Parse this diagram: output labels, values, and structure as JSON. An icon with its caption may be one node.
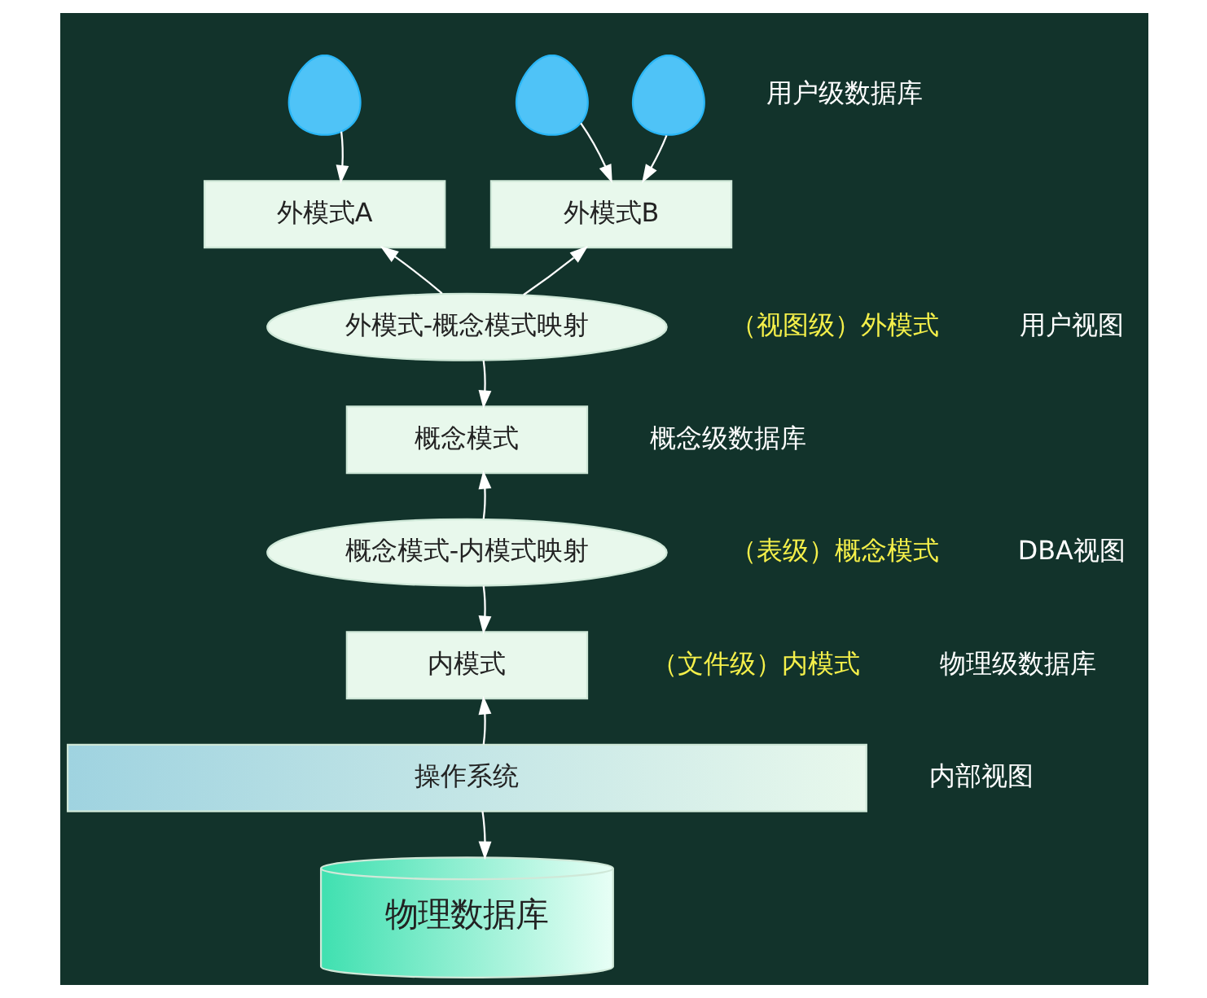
{
  "diagram": {
    "nodes": [
      {
        "text": [],
        "shape": "person"
      },
      {
        "text": [],
        "shape": "person"
      },
      {
        "text": [],
        "shape": "person"
      },
      {
        "text": [
          "外模式A"
        ]
      },
      {
        "text": [
          "外模式B"
        ]
      },
      {
        "text": [
          "外模式-概念模式映射"
        ]
      },
      {
        "text": [
          "概念模式"
        ]
      },
      {
        "text": [
          "概念模式-内模式映射"
        ]
      },
      {
        "text": [
          "内模式"
        ]
      },
      {
        "text": [
          "操作系统"
        ]
      },
      {
        "text": [
          "物理数据库"
        ]
      }
    ],
    "edges": [
      {
        "from": 0,
        "to": 3,
        "arrow": "to"
      },
      {
        "from": 1,
        "to": 4,
        "arrow": "to"
      },
      {
        "from": 2,
        "to": 4,
        "arrow": "to"
      },
      {
        "from": 5,
        "to": 3,
        "arrow": "to"
      },
      {
        "from": 5,
        "to": 4,
        "arrow": "to"
      },
      {
        "from": 5,
        "to": 6,
        "arrow": "to"
      },
      {
        "from": 7,
        "to": 6,
        "arrow": "to"
      },
      {
        "from": 7,
        "to": 8,
        "arrow": "to"
      },
      {
        "from": 9,
        "to": 8,
        "arrow": "to"
      },
      {
        "from": 9,
        "to": 10,
        "arrow": "to"
      }
    ],
    "labels": [
      "用户级数据库",
      "用户视图",
      "（视图级）外模式",
      "概念级数据库",
      "DBA视图",
      "（表级）概念模式",
      "物理级数据库",
      "内部视图",
      "（文件级）内模式"
    ]
  }
}
